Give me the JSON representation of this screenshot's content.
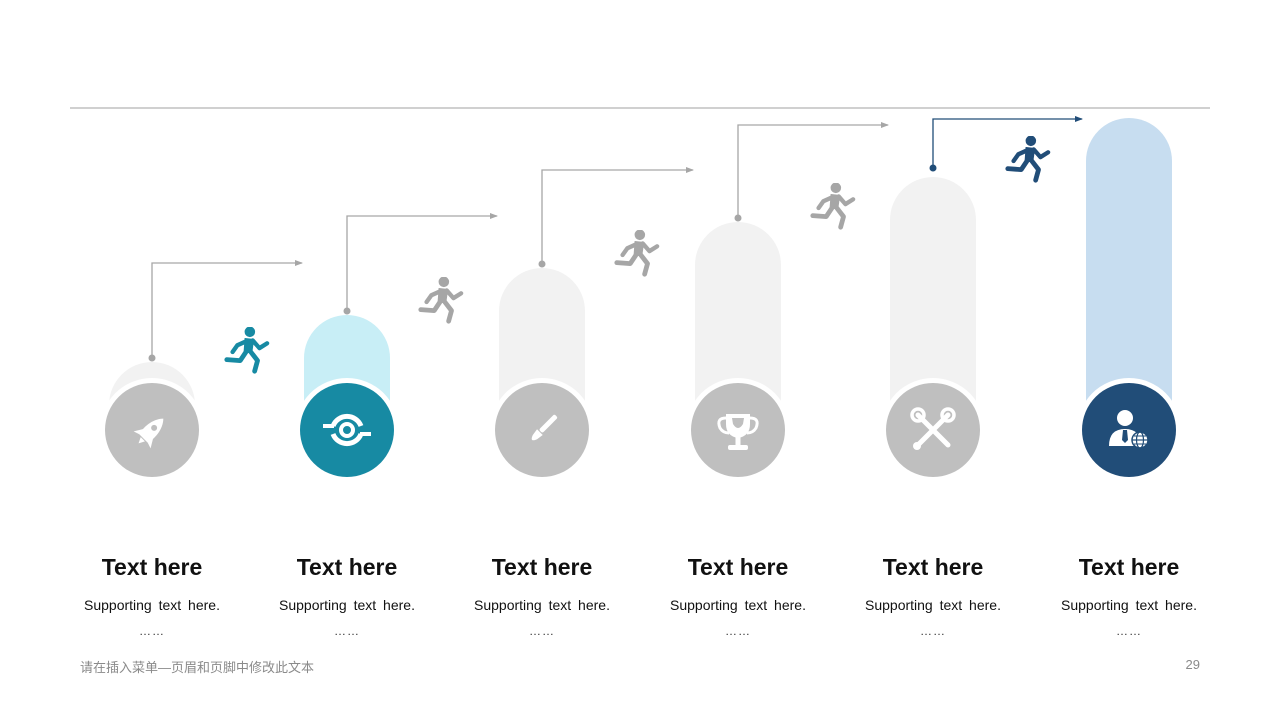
{
  "colors": {
    "gray": "#bfbfbf",
    "light_bar": "#f2f2f2",
    "teal": "#178aa3",
    "teal_light": "#c8eef6",
    "navy": "#214d78",
    "navy_light": "#c7ddf0",
    "arrow_gray": "#a6a6a6",
    "rule": "#a0a0a0"
  },
  "steps": [
    {
      "title": "Text here",
      "subtitle": "Supporting text here.",
      "dots": "……",
      "icon": "rocket-icon",
      "style": "gray"
    },
    {
      "title": "Text here",
      "subtitle": "Supporting text here.",
      "dots": "……",
      "icon": "sync-icon",
      "style": "teal"
    },
    {
      "title": "Text here",
      "subtitle": "Supporting text here.",
      "dots": "……",
      "icon": "paintbrush-icon",
      "style": "gray"
    },
    {
      "title": "Text here",
      "subtitle": "Supporting text here.",
      "dots": "……",
      "icon": "trophy-icon",
      "style": "gray"
    },
    {
      "title": "Text here",
      "subtitle": "Supporting text here.",
      "dots": "……",
      "icon": "tools-icon",
      "style": "gray"
    },
    {
      "title": "Text here",
      "subtitle": "Supporting text here.",
      "dots": "……",
      "icon": "businessman-globe-icon",
      "style": "navy"
    }
  ],
  "runner_styles": [
    "teal",
    "gray",
    "gray",
    "gray",
    "navy"
  ],
  "footer": {
    "text": "请在插入菜单—页眉和页脚中修改此文本",
    "page_number": "29"
  }
}
